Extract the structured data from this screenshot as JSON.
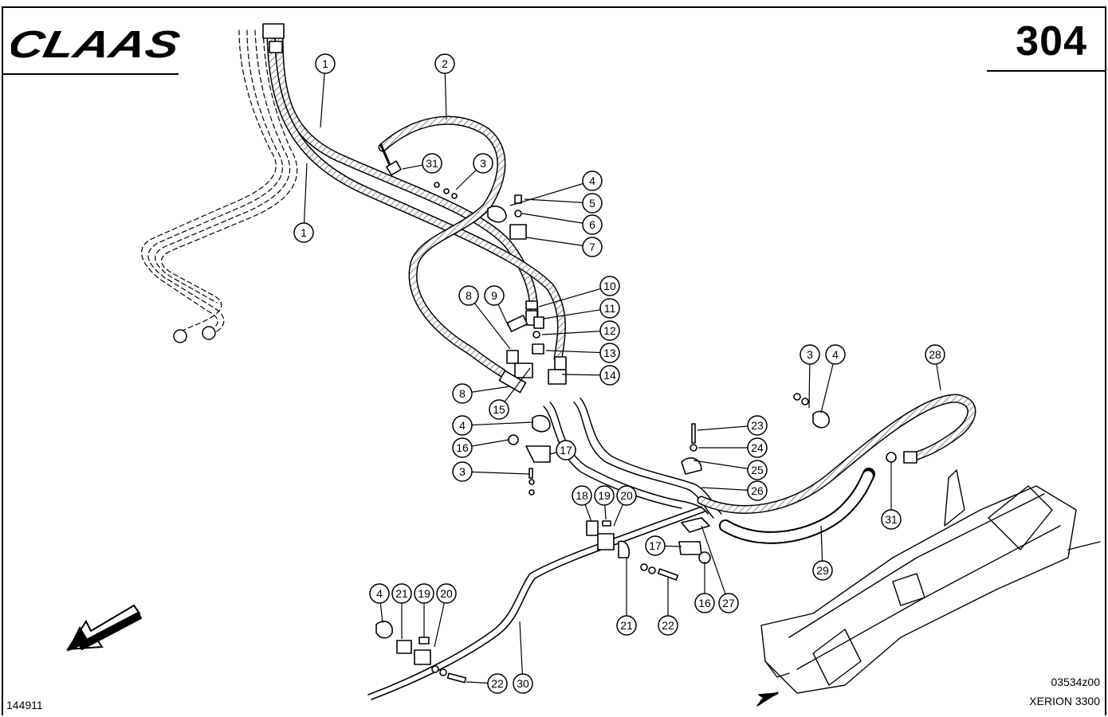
{
  "header": {
    "brand": "CLAAS",
    "page_number": "304"
  },
  "footer": {
    "catalog_number": "144911",
    "drawing_number": "03534z00",
    "model": "XERION 3300"
  },
  "colors": {
    "ink": "#000000",
    "paper": "#ffffff",
    "hose_fill": "#d9d9d9"
  },
  "callouts": [
    {
      "num": "1"
    },
    {
      "num": "2"
    },
    {
      "num": "31"
    },
    {
      "num": "3"
    },
    {
      "num": "4"
    },
    {
      "num": "5"
    },
    {
      "num": "6"
    },
    {
      "num": "7"
    },
    {
      "num": "1"
    },
    {
      "num": "10"
    },
    {
      "num": "8"
    },
    {
      "num": "9"
    },
    {
      "num": "11"
    },
    {
      "num": "12"
    },
    {
      "num": "13"
    },
    {
      "num": "14"
    },
    {
      "num": "8"
    },
    {
      "num": "15"
    },
    {
      "num": "3"
    },
    {
      "num": "4"
    },
    {
      "num": "28"
    },
    {
      "num": "4"
    },
    {
      "num": "16"
    },
    {
      "num": "17"
    },
    {
      "num": "3"
    },
    {
      "num": "23"
    },
    {
      "num": "24"
    },
    {
      "num": "25"
    },
    {
      "num": "26"
    },
    {
      "num": "31"
    },
    {
      "num": "18"
    },
    {
      "num": "19"
    },
    {
      "num": "20"
    },
    {
      "num": "17"
    },
    {
      "num": "29"
    },
    {
      "num": "16"
    },
    {
      "num": "27"
    },
    {
      "num": "21"
    },
    {
      "num": "22"
    },
    {
      "num": "4"
    },
    {
      "num": "21"
    },
    {
      "num": "19"
    },
    {
      "num": "20"
    },
    {
      "num": "22"
    },
    {
      "num": "30"
    }
  ]
}
